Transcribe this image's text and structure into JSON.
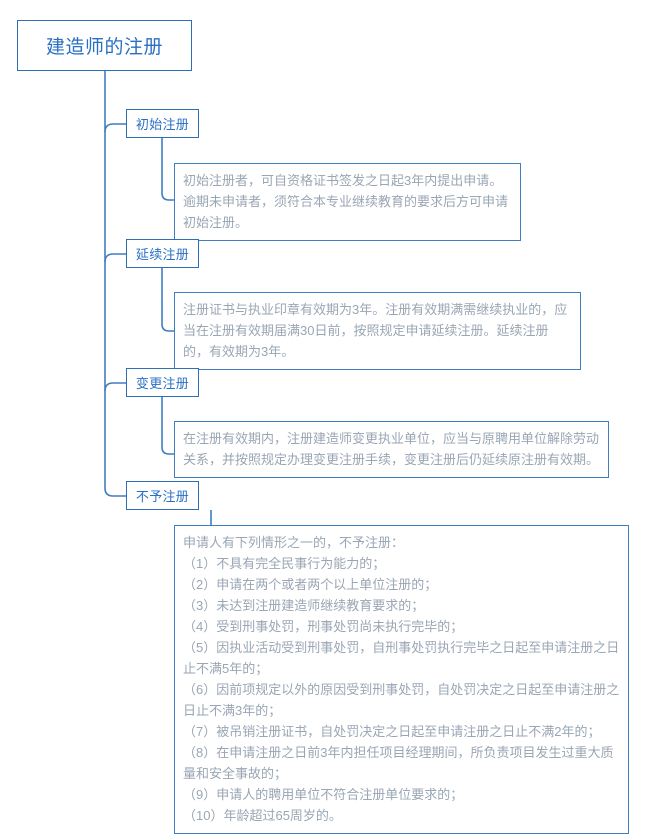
{
  "diagram": {
    "title": "建造师的注册",
    "type": "mindmap",
    "colors": {
      "node_border": "#2f6fb5",
      "node_text": "#2a6fc4",
      "content_border": "#3f7fc0",
      "content_text": "#9aa6b4",
      "connector": "#3f7fc0",
      "background": "#ffffff"
    },
    "root": {
      "label": "建造师的注册"
    },
    "branches": [
      {
        "label": "初始注册",
        "content": "初始注册者，可自资格证书签发之日起3年内提出申请。\n逾期未申请者，须符合本专业继续教育的要求后方可申请\n初始注册。"
      },
      {
        "label": "延续注册",
        "content": "注册证书与执业印章有效期为3年。注册有效期满需继续执业的，应\n当在注册有效期届满30日前，按照规定申请延续注册。延续注册\n的，有效期为3年。"
      },
      {
        "label": "变更注册",
        "content": "在注册有效期内，注册建造师变更执业单位，应当与原聘用单位解除劳动\n关系，并按照规定办理变更注册手续，变更注册后仍延续原注册有效期。"
      },
      {
        "label": "不予注册",
        "content": "申请人有下列情形之一的，不予注册：\n（1）不具有完全民事行为能力的；\n（2）申请在两个或者两个以上单位注册的；\n（3）未达到注册建造师继续教育要求的；\n（4）受到刑事处罚，刑事处罚尚未执行完毕的；\n（5）因执业活动受到刑事处罚，自刑事处罚执行完毕之日起至申请注册之日\n止不满5年的；\n（6）因前项规定以外的原因受到刑事处罚，自处罚决定之日起至申请注册之\n日止不满3年的；\n（7）被吊销注册证书，自处罚决定之日起至申请注册之日止不满2年的；\n（8）在申请注册之日前3年内担任项目经理期间，所负责项目发生过重大质\n量和安全事故的；\n（9）申请人的聘用单位不符合注册单位要求的；\n（10）年龄超过65周岁的。"
      }
    ]
  }
}
